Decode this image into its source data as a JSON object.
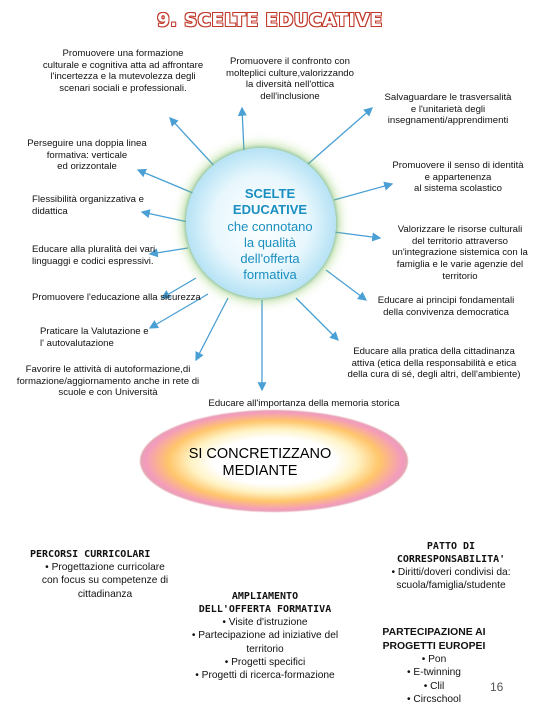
{
  "title": "9. SCELTE EDUCATIVE",
  "center": {
    "line1": "SCELTE",
    "line2": "EDUCATIVE",
    "line3": "che connotano",
    "line4": "la qualità",
    "line5": "dell'offerta",
    "line6": "formativa"
  },
  "goals": {
    "g1": [
      "Promuovere una formazione",
      "culturale e cognitiva atta ad affrontare",
      "l'incertezza e la mutevolezza  degli",
      "scenari sociali e professionali."
    ],
    "g2": [
      "Promuovere il confronto con",
      "molteplici culture,valorizzando",
      "la diversità nell'ottica",
      "dell'inclusione"
    ],
    "g3": [
      "Salvaguardare  le trasversalità",
      "e l'unitarietà degli",
      "insegnamenti/apprendimenti"
    ],
    "g4": [
      "Perseguire  una doppia linea",
      "formativa: verticale",
      "ed orizzontale"
    ],
    "g5": [
      "Promuovere il senso di  identità",
      "e appartenenza",
      "al sistema scolastico"
    ],
    "g6": [
      "Flessibilità organizzativa e",
      "didattica"
    ],
    "g7": [
      "Valorizzare le risorse culturali",
      "del territorio attraverso",
      "un'integrazione sistemica con la",
      "famiglia e le varie agenzie del",
      "territorio"
    ],
    "g8": [
      "Educare alla pluralità dei vari",
      "linguaggi e  codici espressivi."
    ],
    "g9": [
      "Promuovere l'educazione alla   sicurezza"
    ],
    "g10": [
      "Educare ai principi fondamentali",
      "della convivenza  democratica"
    ],
    "g11": [
      "Praticare la Valutazione  e",
      "l' autovalutazione"
    ],
    "g12": [
      "Educare alla pratica della cittadinanza",
      "attiva (etica della responsabilità e etica",
      "della cura di sé, degli altri, dell'ambiente)"
    ],
    "g13": [
      "Favorire le attività di autoformazione,di",
      "formazione/aggiornamento anche in rete di",
      "scuole e con Università"
    ],
    "g14": [
      "Educare all'importanza  della memoria storica"
    ]
  },
  "banner": {
    "line1": "SI CONCRETIZZANO",
    "line2": "MEDIANTE"
  },
  "blocks": {
    "percorsi": {
      "heading": "PERCORSI CURRICOLARI",
      "items": [
        "• Progettazione curricolare",
        "con focus su competenze di",
        "cittadinanza"
      ]
    },
    "ampliamento": {
      "heading1": "AMPLIAMENTO",
      "heading2": "DELL'OFFERTA FORMATIVA",
      "items": [
        "• Visite d'istruzione",
        "• Partecipazione ad iniziative del",
        "territorio",
        "• Progetti specifici",
        "• Progetti di ricerca-formazione"
      ]
    },
    "patto": {
      "heading1": "PATTO DI",
      "heading2": "CORRESPONSABILITA'",
      "items": [
        "• Diritti/doveri condivisi da:",
        "scuola/famiglia/studente"
      ]
    },
    "progetti": {
      "heading1": "PARTECIPAZIONE AI",
      "heading2": "PROGETTI EUROPEI",
      "items": [
        "• Pon",
        "• E-twinning",
        "• Clil",
        "• Circschool"
      ]
    }
  },
  "page_number": "16",
  "colors": {
    "title_outline": "#c0392b",
    "arrow": "#4a9fd4",
    "center_text": "#1a8fc0"
  }
}
